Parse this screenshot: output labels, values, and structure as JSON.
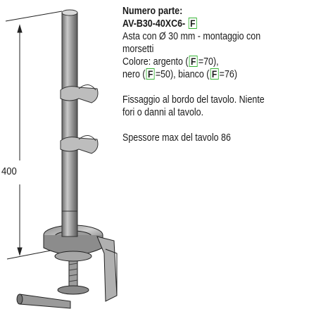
{
  "part_number_label": "Numero parte:",
  "part_code_prefix": "AV-B30-40XC6-",
  "variant_code": "F",
  "description_line1": "Asta con Ø 30 mm - montaggio con",
  "description_line2": "morsetti",
  "colors": {
    "label": "Colore: argento",
    "silver_value": "=70),",
    "black_label": "nero (",
    "black_value": "=50), bianco (",
    "white_value": "=76)"
  },
  "note1_line1": "Fissaggio al bordo del tavolo. Niente",
  "note1_line2": "fori o danni al tavolo.",
  "note2": "Spessore max del tavolo 86",
  "dimension_label": "400",
  "accent_color": "#34b233"
}
